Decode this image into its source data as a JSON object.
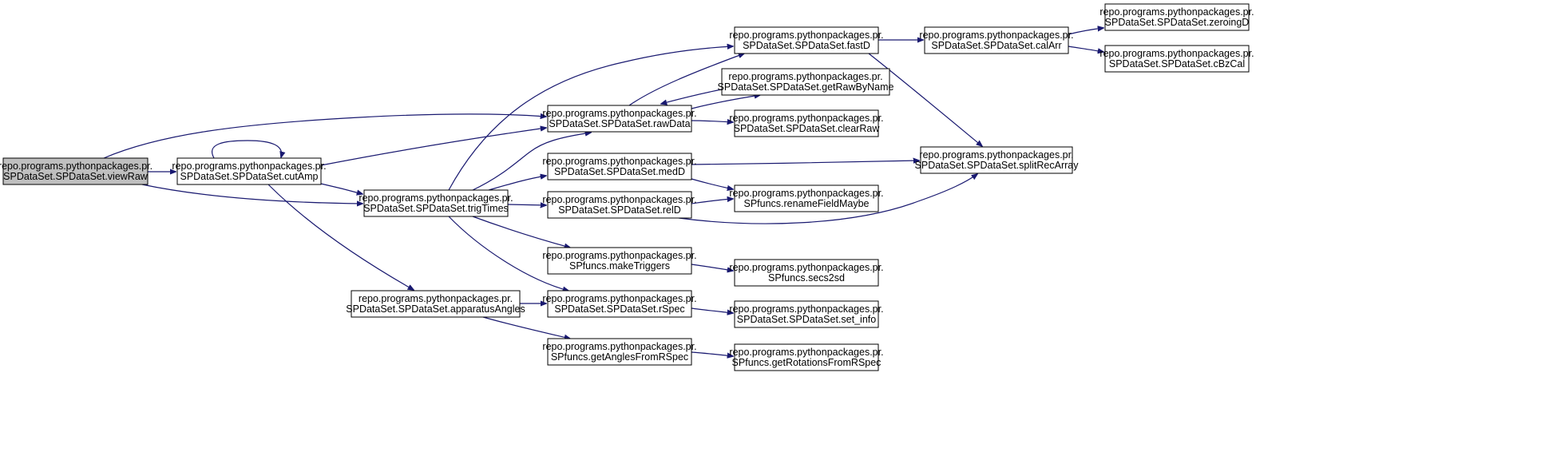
{
  "graph": {
    "nodes": [
      {
        "id": "viewRaw",
        "lines": [
          "repo.programs.pythonpackages.pr.",
          "SPDataSet.SPDataSet.viewRaw"
        ],
        "root": true
      },
      {
        "id": "cutAmp",
        "lines": [
          "repo.programs.pythonpackages.pr.",
          "SPDataSet.SPDataSet.cutAmp"
        ]
      },
      {
        "id": "trigTimes",
        "lines": [
          "repo.programs.pythonpackages.pr.",
          "SPDataSet.SPDataSet.trigTimes"
        ]
      },
      {
        "id": "apparatusAngles",
        "lines": [
          "repo.programs.pythonpackages.pr.",
          "SPDataSet.SPDataSet.apparatusAngles"
        ]
      },
      {
        "id": "rawData",
        "lines": [
          "repo.programs.pythonpackages.pr.",
          "SPDataSet.SPDataSet.rawData"
        ]
      },
      {
        "id": "medD",
        "lines": [
          "repo.programs.pythonpackages.pr.",
          "SPDataSet.SPDataSet.medD"
        ]
      },
      {
        "id": "relD",
        "lines": [
          "repo.programs.pythonpackages.pr.",
          "SPDataSet.SPDataSet.relD"
        ]
      },
      {
        "id": "makeTriggers",
        "lines": [
          "repo.programs.pythonpackages.pr.",
          "SPfuncs.makeTriggers"
        ]
      },
      {
        "id": "rSpec",
        "lines": [
          "repo.programs.pythonpackages.pr.",
          "SPDataSet.SPDataSet.rSpec"
        ]
      },
      {
        "id": "getAnglesFromRSpec",
        "lines": [
          "repo.programs.pythonpackages.pr.",
          "SPfuncs.getAnglesFromRSpec"
        ]
      },
      {
        "id": "fastD",
        "lines": [
          "repo.programs.pythonpackages.pr.",
          "SPDataSet.SPDataSet.fastD"
        ]
      },
      {
        "id": "getRawByName",
        "lines": [
          "repo.programs.pythonpackages.pr.",
          "SPDataSet.SPDataSet.getRawByName"
        ]
      },
      {
        "id": "clearRaw",
        "lines": [
          "repo.programs.pythonpackages.pr.",
          "SPDataSet.SPDataSet.clearRaw"
        ]
      },
      {
        "id": "renameFieldMaybe",
        "lines": [
          "repo.programs.pythonpackages.pr.",
          "SPfuncs.renameFieldMaybe"
        ]
      },
      {
        "id": "secs2sd",
        "lines": [
          "repo.programs.pythonpackages.pr.",
          "SPfuncs.secs2sd"
        ]
      },
      {
        "id": "set_info",
        "lines": [
          "repo.programs.pythonpackages.pr.",
          "SPDataSet.SPDataSet.set_info"
        ]
      },
      {
        "id": "getRotationsFromRSpec",
        "lines": [
          "repo.programs.pythonpackages.pr.",
          "SPfuncs.getRotationsFromRSpec"
        ]
      },
      {
        "id": "calArr",
        "lines": [
          "repo.programs.pythonpackages.pr.",
          "SPDataSet.SPDataSet.calArr"
        ]
      },
      {
        "id": "splitRecArray",
        "lines": [
          "repo.programs.pythonpackages.pr.",
          "SPDataSet.SPDataSet.splitRecArray"
        ]
      },
      {
        "id": "zeroingD",
        "lines": [
          "repo.programs.pythonpackages.pr.",
          "SPDataSet.SPDataSet.zeroingD"
        ]
      },
      {
        "id": "cBzCal",
        "lines": [
          "repo.programs.pythonpackages.pr.",
          "SPDataSet.SPDataSet.cBzCal"
        ]
      }
    ],
    "edges": [
      {
        "from": "viewRaw",
        "to": "cutAmp"
      },
      {
        "from": "viewRaw",
        "to": "rawData"
      },
      {
        "from": "viewRaw",
        "to": "trigTimes"
      },
      {
        "from": "cutAmp",
        "to": "cutAmp"
      },
      {
        "from": "cutAmp",
        "to": "rawData"
      },
      {
        "from": "cutAmp",
        "to": "trigTimes"
      },
      {
        "from": "cutAmp",
        "to": "apparatusAngles"
      },
      {
        "from": "trigTimes",
        "to": "fastD"
      },
      {
        "from": "trigTimes",
        "to": "rawData"
      },
      {
        "from": "trigTimes",
        "to": "medD"
      },
      {
        "from": "trigTimes",
        "to": "relD"
      },
      {
        "from": "trigTimes",
        "to": "makeTriggers"
      },
      {
        "from": "trigTimes",
        "to": "rSpec"
      },
      {
        "from": "apparatusAngles",
        "to": "rSpec"
      },
      {
        "from": "apparatusAngles",
        "to": "getAnglesFromRSpec"
      },
      {
        "from": "rawData",
        "to": "fastD"
      },
      {
        "from": "rawData",
        "to": "getRawByName"
      },
      {
        "from": "rawData",
        "to": "clearRaw"
      },
      {
        "from": "getRawByName",
        "to": "rawData"
      },
      {
        "from": "medD",
        "to": "splitRecArray"
      },
      {
        "from": "medD",
        "to": "renameFieldMaybe"
      },
      {
        "from": "relD",
        "to": "renameFieldMaybe"
      },
      {
        "from": "relD",
        "to": "splitRecArray"
      },
      {
        "from": "makeTriggers",
        "to": "secs2sd"
      },
      {
        "from": "rSpec",
        "to": "set_info"
      },
      {
        "from": "getAnglesFromRSpec",
        "to": "getRotationsFromRSpec"
      },
      {
        "from": "fastD",
        "to": "calArr"
      },
      {
        "from": "fastD",
        "to": "splitRecArray"
      },
      {
        "from": "calArr",
        "to": "zeroingD"
      },
      {
        "from": "calArr",
        "to": "cBzCal"
      }
    ],
    "colors": {
      "edge": "#191970",
      "root_fill": "#bfbfbf",
      "node_fill": "#ffffff",
      "node_border": "#000000"
    }
  }
}
